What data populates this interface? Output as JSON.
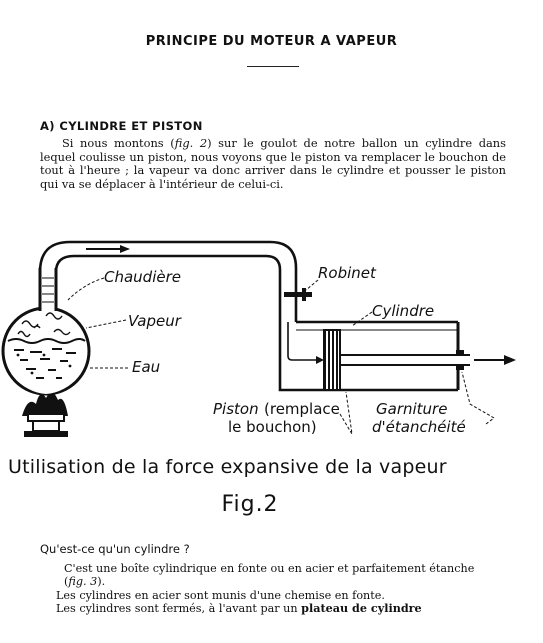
{
  "header": {
    "title": "PRINCIPE DU MOTEUR A VAPEUR"
  },
  "section": {
    "heading": "A) CYLINDRE ET PISTON",
    "paragraph": {
      "before_ref": "Si nous montons (",
      "ref": "fig. 2",
      "after_ref": ") sur le goulot de notre ballon un cylindre dans lequel coulisse un piston, nous voyons que le piston va remplacer le bouchon de tout à l'heure ; la vapeur va donc arriver dans le cylindre et pousser le piston qui va se déplacer à l'intérieur de celui-ci."
    }
  },
  "figure": {
    "labels": {
      "chaudiere": "Chaudière",
      "vapeur": "Vapeur",
      "eau": "Eau",
      "robinet": "Robinet",
      "cylindre": "Cylindre",
      "piston": "Piston",
      "remplace_line1": "(remplace",
      "remplace_line2": "le bouchon)",
      "garniture_line1": "Garniture",
      "garniture_line2": "d'étanchéité"
    },
    "caption": "Utilisation de la force expansive de la vapeur",
    "number": "Fig.2"
  },
  "qa": {
    "question": "Qu'est-ce qu'un cylindre ?",
    "answer_l1_a": "C'est une boîte cylindrique en fonte ou en acier et parfaitement étanche (",
    "answer_l1_ref": "fig. 3",
    "answer_l1_b": ").",
    "answer_l2": "Les cylindres en acier sont munis d'une chemise en fonte.",
    "answer_l3_a": "Les cylindres sont fermés, à l'avant par un ",
    "answer_l3_bold": "plateau de cylindre"
  }
}
